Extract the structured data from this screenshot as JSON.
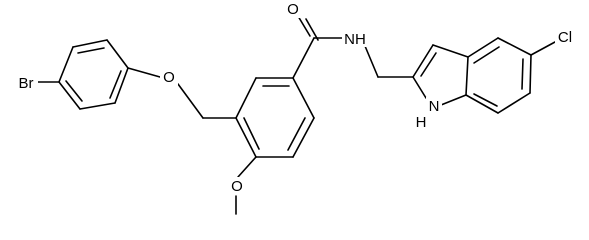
{
  "molecule": {
    "atoms": {
      "o_carbonyl": "O",
      "nh_amide": "NH",
      "o_ether": "O",
      "br": "Br",
      "o_methoxy": "O",
      "cl": "Cl",
      "h_indole": "H",
      "n_indole": "N"
    }
  },
  "colors": {
    "bond": "#000000",
    "label": "#000000",
    "background": "#ffffff"
  }
}
